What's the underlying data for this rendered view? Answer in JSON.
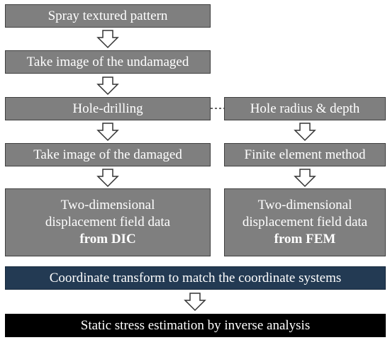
{
  "steps": {
    "spray": "Spray textured pattern",
    "undamaged": "Take image of the undamaged",
    "hole_drilling": "Hole-drilling",
    "hole_radius": "Hole radius & depth",
    "damaged": "Take image of the damaged",
    "fem_method": "Finite element method",
    "dic_data": {
      "line1": "Two-dimensional",
      "line2": "displacement field data",
      "line3": "from DIC"
    },
    "fem_data": {
      "line1": "Two-dimensional",
      "line2": "displacement field data",
      "line3": "from FEM"
    },
    "coordinate": "Coordinate transform to match the coordinate systems",
    "static_stress": "Static stress estimation by inverse analysis"
  },
  "colors": {
    "box_gray": "#7f7f7f",
    "box_navy": "#233a53",
    "box_black": "#000000",
    "arrow_outline": "#333333"
  }
}
